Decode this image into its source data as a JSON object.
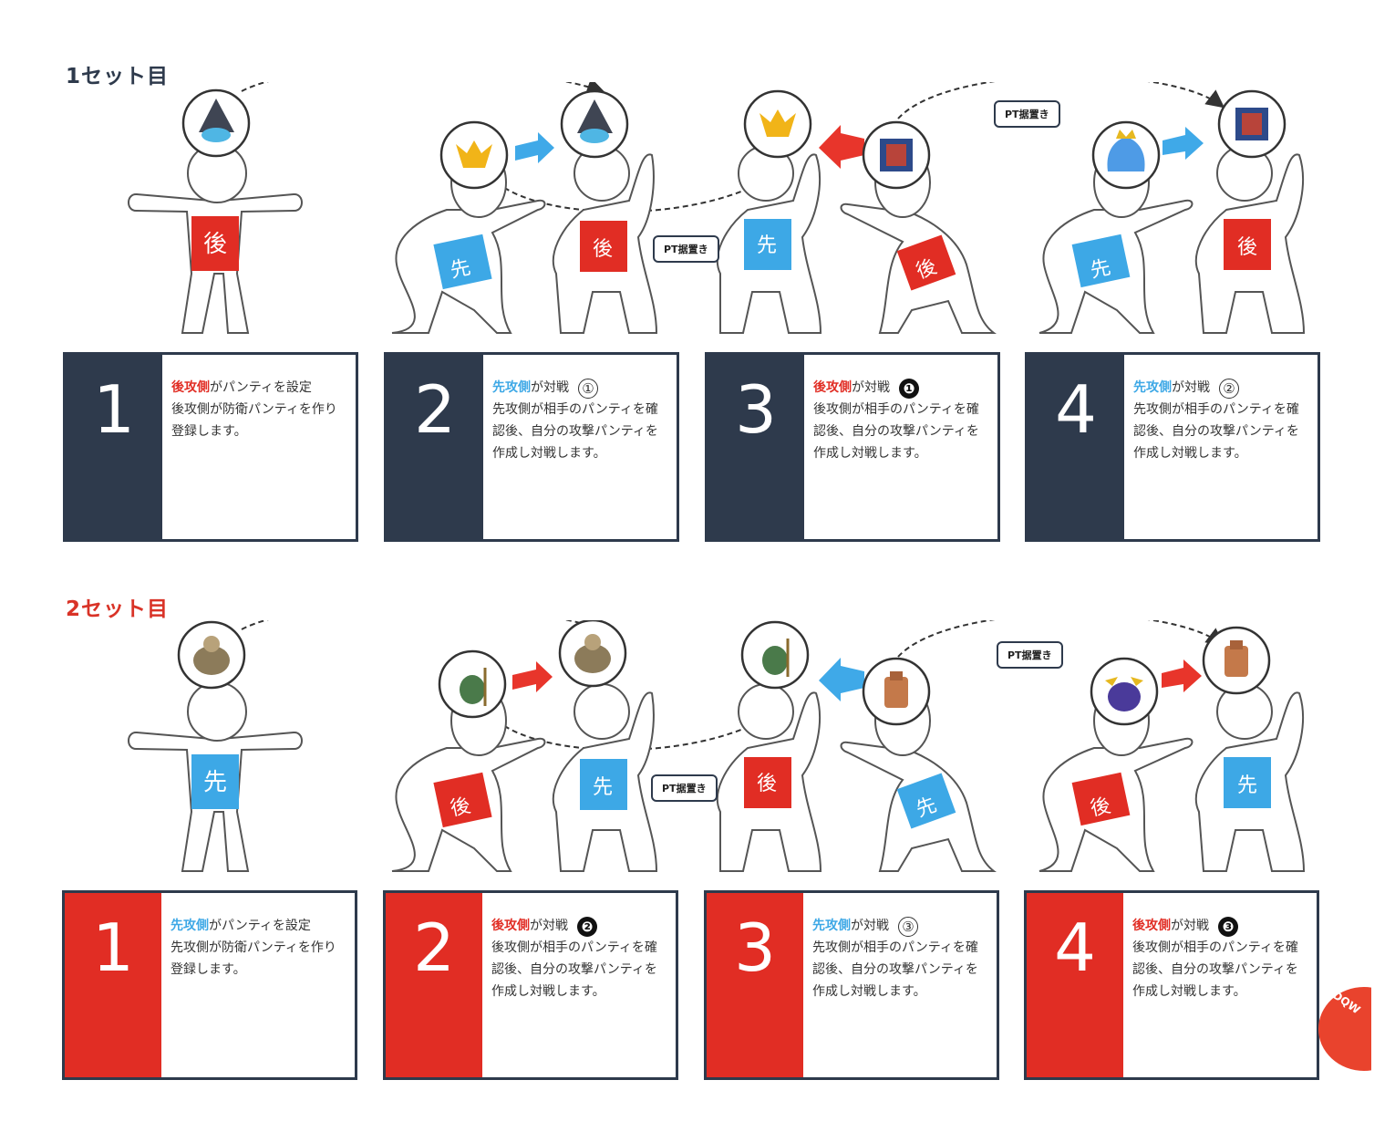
{
  "sets": [
    {
      "title": "1セット目",
      "tag": "PT据置き",
      "cards": [
        {
          "num": "1",
          "side": "後攻側",
          "side_color": "#e12d24",
          "action": "がパンティを設定",
          "badge": "",
          "text": "後攻側が防衛パンティを作り登録します。"
        },
        {
          "num": "2",
          "side": "先攻側",
          "side_color": "#3da8e6",
          "action": "が対戦",
          "badge": "①",
          "text": "先攻側が相手のパンティを確認後、自分の攻撃パンティを作成し対戦します。"
        },
        {
          "num": "3",
          "side": "後攻側",
          "side_color": "#e12d24",
          "action": "が対戦",
          "badge": "❶",
          "text": "後攻側が相手のパンティを確認後、自分の攻撃パンティを作成し対戦します。"
        },
        {
          "num": "4",
          "side": "先攻側",
          "side_color": "#3da8e6",
          "action": "が対戦",
          "badge": "②",
          "text": "先攻側が相手のパンティを確認後、自分の攻撃パンティを作成し対戦します。"
        }
      ],
      "figures": [
        "後",
        "先",
        "後",
        "先",
        "後",
        "先",
        "後"
      ]
    },
    {
      "title": "2セット目",
      "tag": "PT据置き",
      "cards": [
        {
          "num": "1",
          "side": "先攻側",
          "side_color": "#3da8e6",
          "action": "がパンティを設定",
          "badge": "",
          "text": "先攻側が防衛パンティを作り登録します。"
        },
        {
          "num": "2",
          "side": "後攻側",
          "side_color": "#e12d24",
          "action": "が対戦",
          "badge": "❷",
          "text": "後攻側が相手のパンティを確認後、自分の攻撃パンティを作成し対戦します。"
        },
        {
          "num": "3",
          "side": "先攻側",
          "side_color": "#3da8e6",
          "action": "が対戦",
          "badge": "③",
          "text": "先攻側が相手のパンティを確認後、自分の攻撃パンティを作成し対戦します。"
        },
        {
          "num": "4",
          "side": "後攻側",
          "side_color": "#e12d24",
          "action": "が対戦",
          "badge": "❸",
          "text": "後攻側が相手のパンティを確認後、自分の攻撃パンティを作成し対戦します。"
        }
      ],
      "figures": [
        "先",
        "後",
        "先",
        "後",
        "先",
        "後",
        "先"
      ]
    }
  ],
  "logo_text": "DQW",
  "colors": {
    "dark": "#2e3a4c",
    "red": "#e12d24",
    "blue": "#3da8e6",
    "arrow_red": "#e8352b",
    "arrow_blue": "#3fa9e8"
  },
  "icons": {
    "set1": [
      "shell-slime-icon",
      "drakee-icon",
      "shell-slime-icon",
      "drakee-icon",
      "mimic-chest-icon",
      "king-slime-icon",
      "mimic-chest-icon"
    ],
    "set2": [
      "ogre-icon",
      "goblin-icon",
      "ogre-icon",
      "goblin-icon",
      "golem-icon",
      "demon-icon",
      "golem-icon"
    ]
  }
}
